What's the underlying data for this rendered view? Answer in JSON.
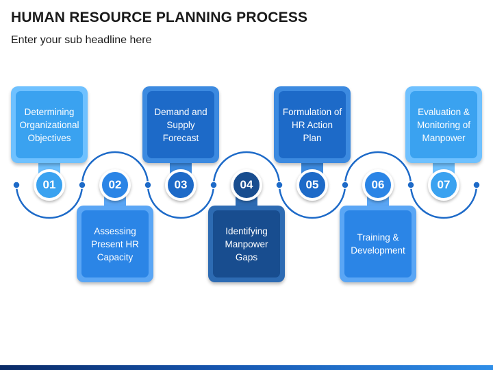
{
  "header": {
    "title": "HUMAN RESOURCE PLANNING PROCESS",
    "subtitle": "Enter your sub headline here"
  },
  "steps": [
    {
      "number": "01",
      "text": "Determining Organizational Objectives",
      "color": "#3aa2f0",
      "light": "#6fc1ff",
      "position": "top"
    },
    {
      "number": "02",
      "text": "Assessing Present HR Capacity",
      "color": "#2b85e6",
      "light": "#5aa6f5",
      "position": "bottom"
    },
    {
      "number": "03",
      "text": "Demand and Supply Forecast",
      "color": "#1d6ac8",
      "light": "#3c8ae0",
      "position": "top"
    },
    {
      "number": "04",
      "text": "Identifying Manpower Gaps",
      "color": "#184d8f",
      "light": "#2d6bb3",
      "position": "bottom"
    },
    {
      "number": "05",
      "text": "Formulation of HR Action Plan",
      "color": "#1d6ac8",
      "light": "#3c8ae0",
      "position": "top"
    },
    {
      "number": "06",
      "text": "Training & Development",
      "color": "#2b85e6",
      "light": "#5aa6f5",
      "position": "bottom"
    },
    {
      "number": "07",
      "text": "Evaluation & Monitoring of Manpower",
      "color": "#3aa2f0",
      "light": "#6fc1ff",
      "position": "top"
    }
  ],
  "colors": {
    "line": "#1d6ac8",
    "dot": "#1d6ac8"
  }
}
